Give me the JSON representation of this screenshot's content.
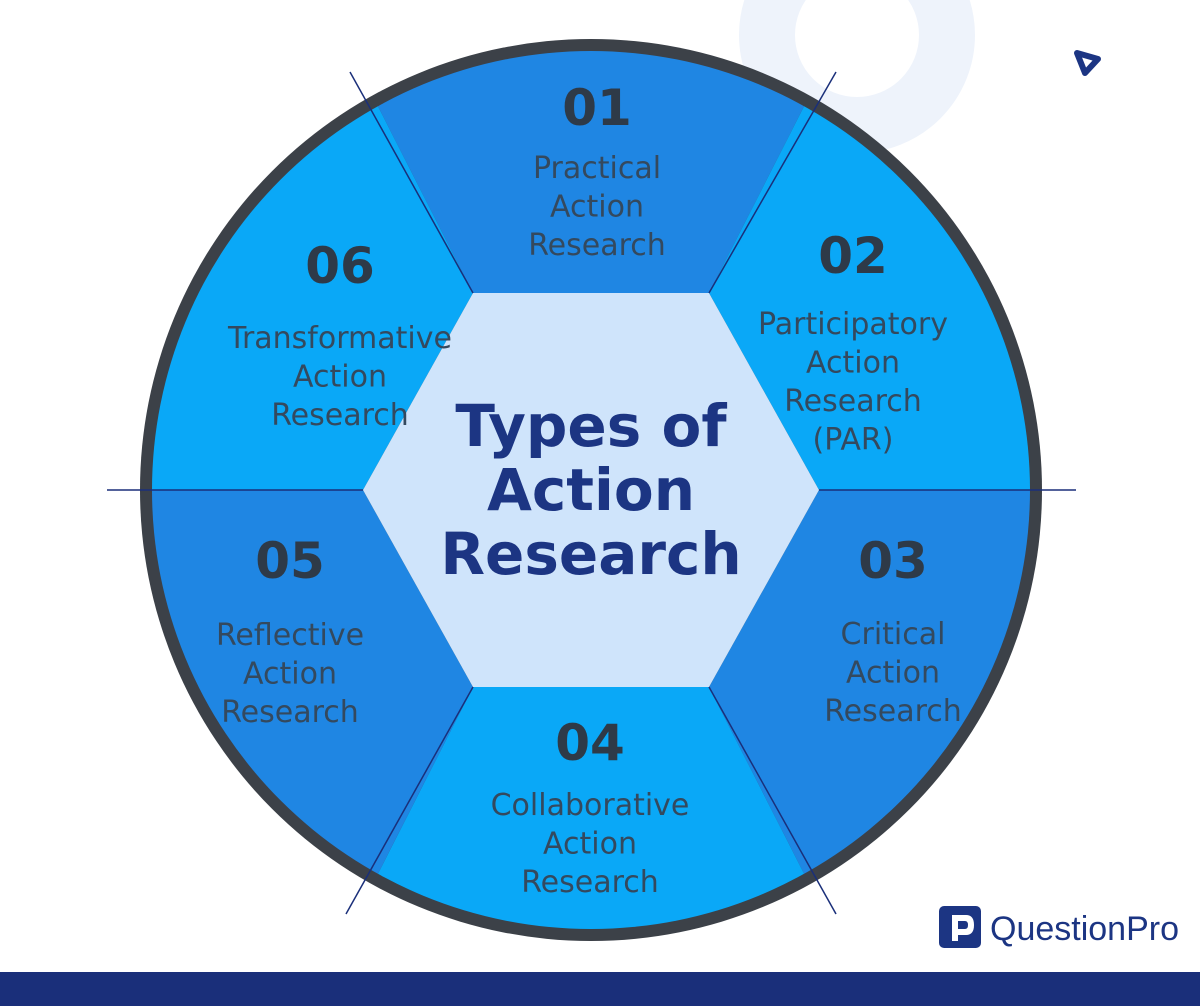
{
  "diagram": {
    "title_lines": [
      "Types of",
      "Action",
      "Research"
    ],
    "segments": [
      {
        "number": "01",
        "lines": [
          "Practical",
          "Action",
          "Research"
        ]
      },
      {
        "number": "02",
        "lines": [
          "Participatory",
          "Action",
          "Research",
          "(PAR)"
        ]
      },
      {
        "number": "03",
        "lines": [
          "Critical",
          "Action",
          "Research"
        ]
      },
      {
        "number": "04",
        "lines": [
          "Collaborative",
          "Action",
          "Research"
        ]
      },
      {
        "number": "05",
        "lines": [
          "Reflective",
          "Action",
          "Research"
        ]
      },
      {
        "number": "06",
        "lines": [
          "Transformative",
          "Action",
          "Research"
        ]
      }
    ]
  },
  "brand": {
    "name": "QuestionPro"
  },
  "colors": {
    "segment_dark": "#1f86e3",
    "segment_light": "#0aa8f7",
    "center_hexagon": "#cfe4fb",
    "ring": "#3c4148",
    "title": "#1c3583",
    "numbers": "#2e3a48",
    "labels": "#34495e",
    "bottom_bar": "#1a2f7a"
  }
}
